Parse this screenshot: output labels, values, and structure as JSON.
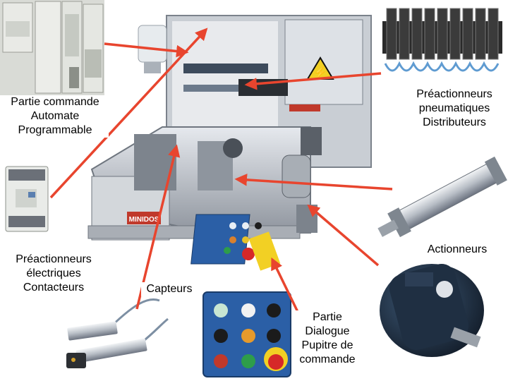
{
  "labels": {
    "partie_commande": [
      "Partie commande",
      "Automate",
      "Programmable"
    ],
    "preact_pneu": [
      "Préactionneurs",
      "pneumatiques",
      "Distributeurs"
    ],
    "preact_elec": [
      "Préactionneurs",
      "électriques",
      "Contacteurs"
    ],
    "actionneurs": "Actionneurs",
    "capteurs": "Capteurs",
    "partie_dialogue": [
      "Partie",
      "Dialogue",
      "Pupitre de",
      "commande"
    ]
  },
  "colors": {
    "arrow": "#e8452e",
    "machine_frame": "#9a9fa8",
    "panel_blue": "#2b5fa6"
  }
}
